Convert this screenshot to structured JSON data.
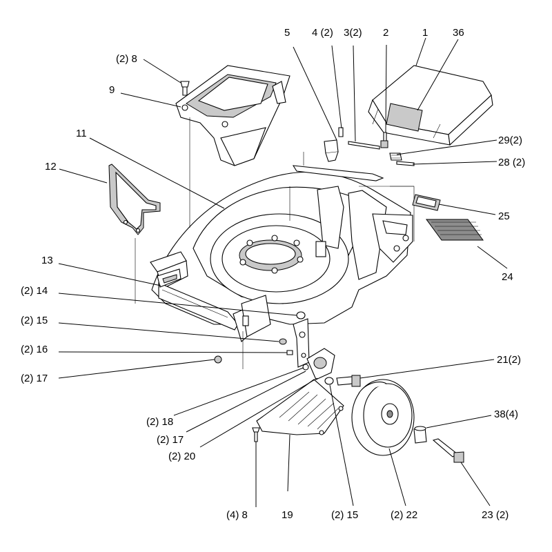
{
  "callouts": {
    "c5": "5",
    "c4": "4 (2)",
    "c3": "3(2)",
    "c2": "2",
    "c1": "1",
    "c36": "36",
    "c8top": "(2)  8",
    "c9": "9",
    "c11": "11",
    "c12": "12",
    "c29": "29(2)",
    "c28": "28 (2)",
    "c25": "25",
    "c24": "24",
    "c13": "13",
    "c14": "(2) 14",
    "c15": "(2) 15",
    "c16": "(2) 16",
    "c17": "(2) 17",
    "c21": "21(2)",
    "c38": "38(4)",
    "c18": "(2) 18",
    "c17b": "(2)  17",
    "c20": "(2)  20",
    "c8bot": "(4)  8",
    "c19": "19",
    "c15b": "(2) 15",
    "c22": "(2) 22",
    "c23": "23 (2)"
  }
}
